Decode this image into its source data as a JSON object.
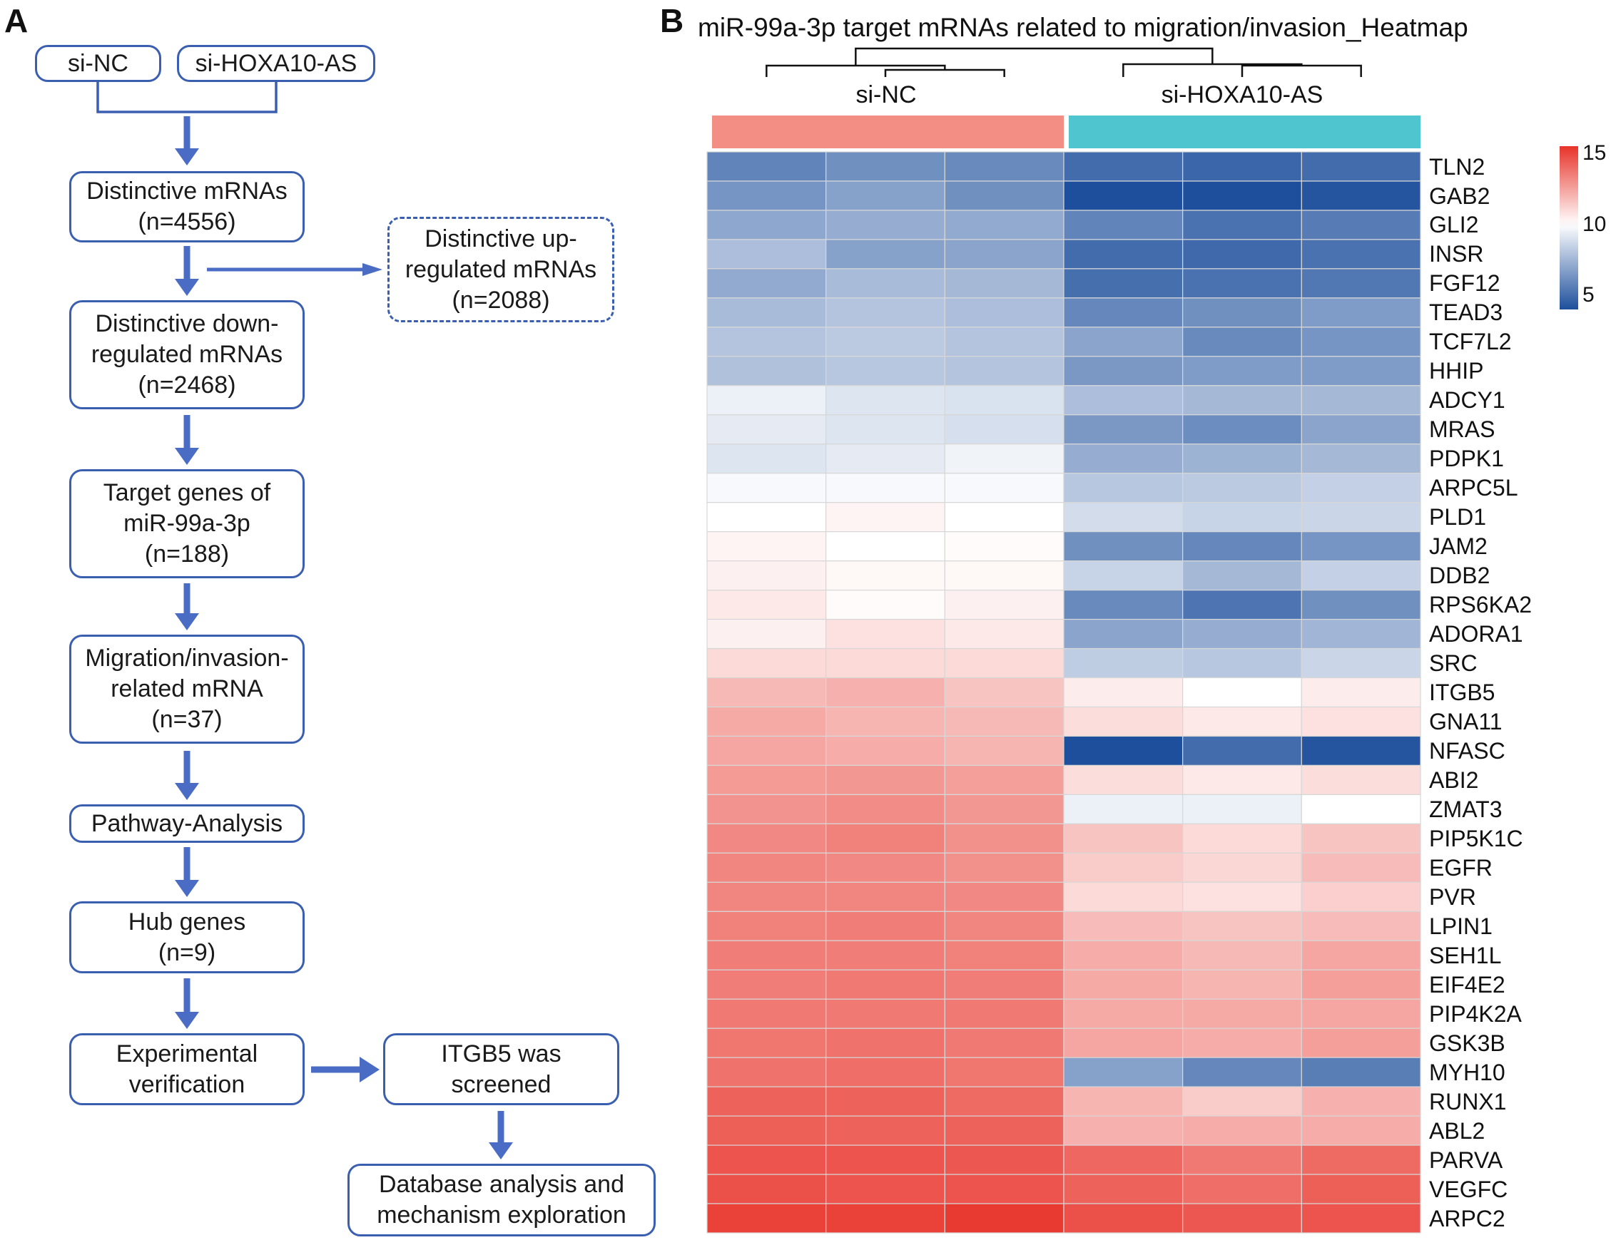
{
  "panel_a": {
    "label": "A",
    "boxes": {
      "si_nc": "si-NC",
      "si_hoxa10": "si-HOXA10-AS",
      "distinctive": "Distinctive mRNAs\n(n=4556)",
      "upregulated": "Distinctive up-\nregulated mRNAs\n(n=2088)",
      "downregulated": "Distinctive down-\nregulated mRNAs\n(n=2468)",
      "target_genes": "Target genes of\nmiR-99a-3p\n(n=188)",
      "migration": "Migration/invasion-\nrelated mRNA\n(n=37)",
      "pathway": "Pathway-Analysis",
      "hub": "Hub genes\n(n=9)",
      "experimental": "Experimental\nverification",
      "itgb5": "ITGB5 was\nscreened",
      "database": "Database analysis and\nmechanism exploration"
    },
    "colors": {
      "box_border": "#3b5fb0",
      "arrow": "#4a6cc4"
    }
  },
  "panel_b": {
    "label": "B",
    "title": "miR-99a-3p target mRNAs related to migration/invasion_Heatmap",
    "groups": [
      {
        "name": "si-NC",
        "color": "#f28e84"
      },
      {
        "name": "si-HOXA10-AS",
        "color": "#4ec5cf"
      }
    ]
  },
  "chart_data": {
    "type": "heatmap",
    "title": "miR-99a-3p target mRNAs related to migration/invasion_Heatmap",
    "columns": [
      "si-NC",
      "si-NC",
      "si-NC",
      "si-HOXA10-AS",
      "si-HOXA10-AS",
      "si-HOXA10-AS"
    ],
    "rows": [
      "TLN2",
      "GAB2",
      "GLI2",
      "INSR",
      "FGF12",
      "TEAD3",
      "TCF7L2",
      "HHIP",
      "ADCY1",
      "MRAS",
      "PDPK1",
      "ARPC5L",
      "PLD1",
      "JAM2",
      "DDB2",
      "RPS6KA2",
      "ADORA1",
      "SRC",
      "ITGB5",
      "GNA11",
      "NFASC",
      "ABI2",
      "ZMAT3",
      "PIP5K1C",
      "EGFR",
      "PVR",
      "LPIN1",
      "SEH1L",
      "EIF4E2",
      "PIP4K2A",
      "GSK3B",
      "MYH10",
      "RUNX1",
      "ABL2",
      "PARVA",
      "VEGFC",
      "ARPC2"
    ],
    "values": [
      [
        5.8,
        6.2,
        6.0,
        5.0,
        4.8,
        5.0
      ],
      [
        6.4,
        6.8,
        6.2,
        4.0,
        4.0,
        4.2
      ],
      [
        7.0,
        7.2,
        7.1,
        5.8,
        5.2,
        5.5
      ],
      [
        7.8,
        6.8,
        6.9,
        5.0,
        4.9,
        5.2
      ],
      [
        7.1,
        7.7,
        7.6,
        5.1,
        5.2,
        5.4
      ],
      [
        7.7,
        8.0,
        7.8,
        5.9,
        6.2,
        6.6
      ],
      [
        8.0,
        8.2,
        8.0,
        6.9,
        6.0,
        6.4
      ],
      [
        7.9,
        8.1,
        8.0,
        6.5,
        6.6,
        6.6
      ],
      [
        9.5,
        9.1,
        9.0,
        7.8,
        7.6,
        7.6
      ],
      [
        9.3,
        9.1,
        8.9,
        6.5,
        6.1,
        6.9
      ],
      [
        9.1,
        9.3,
        9.6,
        7.2,
        7.4,
        7.6
      ],
      [
        9.8,
        9.8,
        9.8,
        8.1,
        8.2,
        8.4
      ],
      [
        10.0,
        10.3,
        10.0,
        8.8,
        8.5,
        8.6
      ],
      [
        10.3,
        10.0,
        10.1,
        6.2,
        5.9,
        6.4
      ],
      [
        10.4,
        10.2,
        10.2,
        8.5,
        7.6,
        8.4
      ],
      [
        10.6,
        10.1,
        10.4,
        6.0,
        5.3,
        6.2
      ],
      [
        10.4,
        10.8,
        10.6,
        6.9,
        7.2,
        7.5
      ],
      [
        11.0,
        11.0,
        11.0,
        8.3,
        8.1,
        8.6
      ],
      [
        11.9,
        12.1,
        11.6,
        10.5,
        10.0,
        10.5
      ],
      [
        12.3,
        12.0,
        11.9,
        10.9,
        10.6,
        10.8
      ],
      [
        12.4,
        12.2,
        12.0,
        4.0,
        5.0,
        4.2
      ],
      [
        12.7,
        12.8,
        12.6,
        10.9,
        10.6,
        10.9
      ],
      [
        12.9,
        13.1,
        12.8,
        9.5,
        9.5,
        10.0
      ],
      [
        13.2,
        13.4,
        13.0,
        11.6,
        11.0,
        11.6
      ],
      [
        13.3,
        13.2,
        13.0,
        11.4,
        11.1,
        11.8
      ],
      [
        13.3,
        13.3,
        13.2,
        11.0,
        10.8,
        11.3
      ],
      [
        13.4,
        13.5,
        13.3,
        11.8,
        11.6,
        11.8
      ],
      [
        13.5,
        13.5,
        13.4,
        12.2,
        11.9,
        12.4
      ],
      [
        13.5,
        13.6,
        13.5,
        12.3,
        12.0,
        12.6
      ],
      [
        13.6,
        13.6,
        13.6,
        12.3,
        12.3,
        12.4
      ],
      [
        13.7,
        13.8,
        13.6,
        12.4,
        12.2,
        12.6
      ],
      [
        13.8,
        13.9,
        13.7,
        6.8,
        5.9,
        5.6
      ],
      [
        14.2,
        14.2,
        14.0,
        12.0,
        11.4,
        12.1
      ],
      [
        14.3,
        14.2,
        14.2,
        12.1,
        12.2,
        12.2
      ],
      [
        14.6,
        14.6,
        14.5,
        14.1,
        13.6,
        14.0
      ],
      [
        14.7,
        14.6,
        14.6,
        14.2,
        13.9,
        14.3
      ],
      [
        15.1,
        15.1,
        15.3,
        14.7,
        14.5,
        14.6
      ]
    ],
    "color_scale": {
      "min": 4,
      "mid": 10,
      "max": 15.5,
      "low_color": "#1d4f9c",
      "mid_color": "#ffffff",
      "high_color": "#e8332a"
    },
    "legend_ticks": [
      15,
      10,
      5
    ],
    "column_dendrogram": true
  }
}
